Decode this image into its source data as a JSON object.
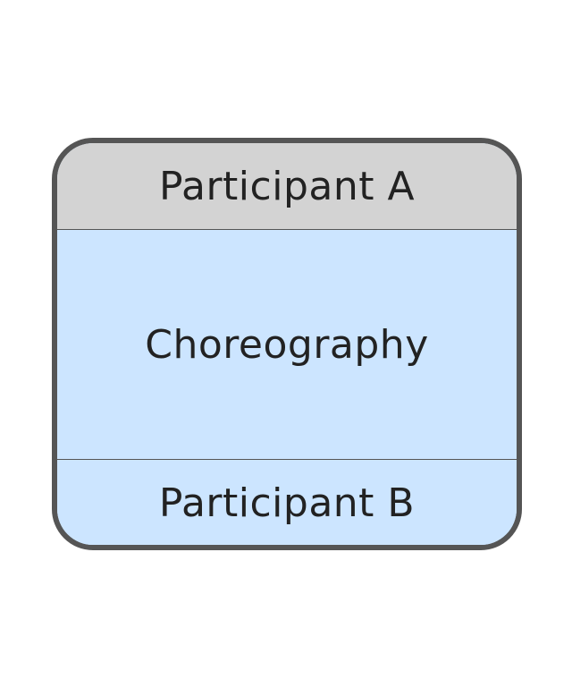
{
  "diagram": {
    "top_participant": {
      "label": "Participant A",
      "fill": "#d3d3d3"
    },
    "task": {
      "label": "Choreography",
      "fill": "#cce5ff"
    },
    "bottom_participant": {
      "label": "Participant B",
      "fill": "#cce5ff"
    },
    "border_color": "#555555"
  }
}
